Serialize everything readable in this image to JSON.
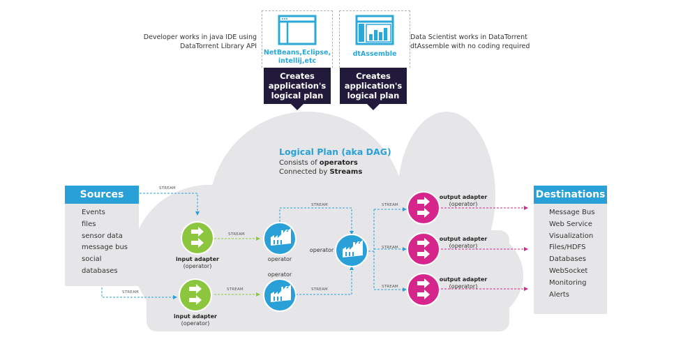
{
  "header": {
    "developer_note": [
      "Developer works in java IDE using",
      "DataTorrent Library API"
    ],
    "scientist_note": [
      "Data Scientist works in DataTorrent",
      "dtAssemble with no coding required"
    ],
    "tools": [
      {
        "label_lines": [
          "NetBeans,Eclipse,",
          "intellij,etc"
        ],
        "icon": "ide-window-icon",
        "plan_lines": [
          "Creates",
          "application's",
          "logical plan"
        ]
      },
      {
        "label_lines": [
          "dtAssemble"
        ],
        "icon": "dashboard-chart-icon",
        "plan_lines": [
          "Creates",
          "application's",
          "logical plan"
        ]
      }
    ]
  },
  "cloud": {
    "title": "Logical Plan (aka DAG)",
    "line1_prefix": "Consists of ",
    "line1_bold": "operators",
    "line2_prefix": "Connected by ",
    "line2_bold": "Streams"
  },
  "sources": {
    "title": "Sources",
    "items": [
      "Events",
      "files",
      "sensor data",
      "message bus",
      "social",
      "databases"
    ]
  },
  "destinations": {
    "title": "Destinations",
    "items": [
      "Message Bus",
      "Web Service",
      "Visualization",
      "Files/HDFS",
      "Databases",
      "WebSocket",
      "Monitoring",
      "Alerts"
    ]
  },
  "nodes": {
    "input_adapter": {
      "title": "input adapter",
      "sub": "(operator)"
    },
    "operator": "operator",
    "output_adapter": {
      "title": "output adapter",
      "sub": "(operator)"
    }
  },
  "stream_label": "STREAM",
  "colors": {
    "blue": "#2aa0d8",
    "green": "#8cc63f",
    "magenta": "#d6268c",
    "navy": "#221a3a",
    "cloud": "#e6e6e8"
  }
}
